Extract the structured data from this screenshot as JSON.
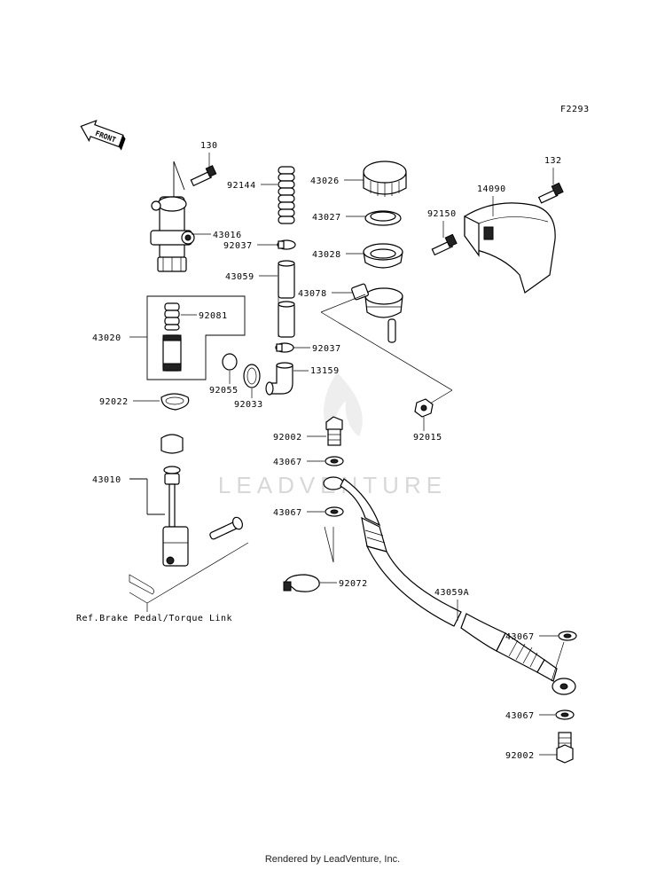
{
  "diagram": {
    "code": "F2293",
    "front_label": "FRONT",
    "watermark": "LEADVENTURE",
    "footer": "Rendered by LeadVenture, Inc.",
    "ref_note": "Ref.Brake Pedal/Torque Link",
    "parts": {
      "p130": "130",
      "p43016": "43016",
      "p92144": "92144",
      "p92037a": "92037",
      "p43059": "43059",
      "p92037b": "92037",
      "p13159": "13159",
      "p43026": "43026",
      "p43027": "43027",
      "p43028": "43028",
      "p43078": "43078",
      "p92150": "92150",
      "p14090": "14090",
      "p132": "132",
      "p43020": "43020",
      "p92081": "92081",
      "p92055": "92055",
      "p92033": "92033",
      "p92022": "92022",
      "p92015": "92015",
      "p92002a": "92002",
      "p43067a": "43067",
      "p43067b": "43067",
      "p43010": "43010",
      "p92072": "92072",
      "p43059A": "43059A",
      "p43067c": "43067",
      "p43067d": "43067",
      "p92002b": "92002"
    }
  }
}
